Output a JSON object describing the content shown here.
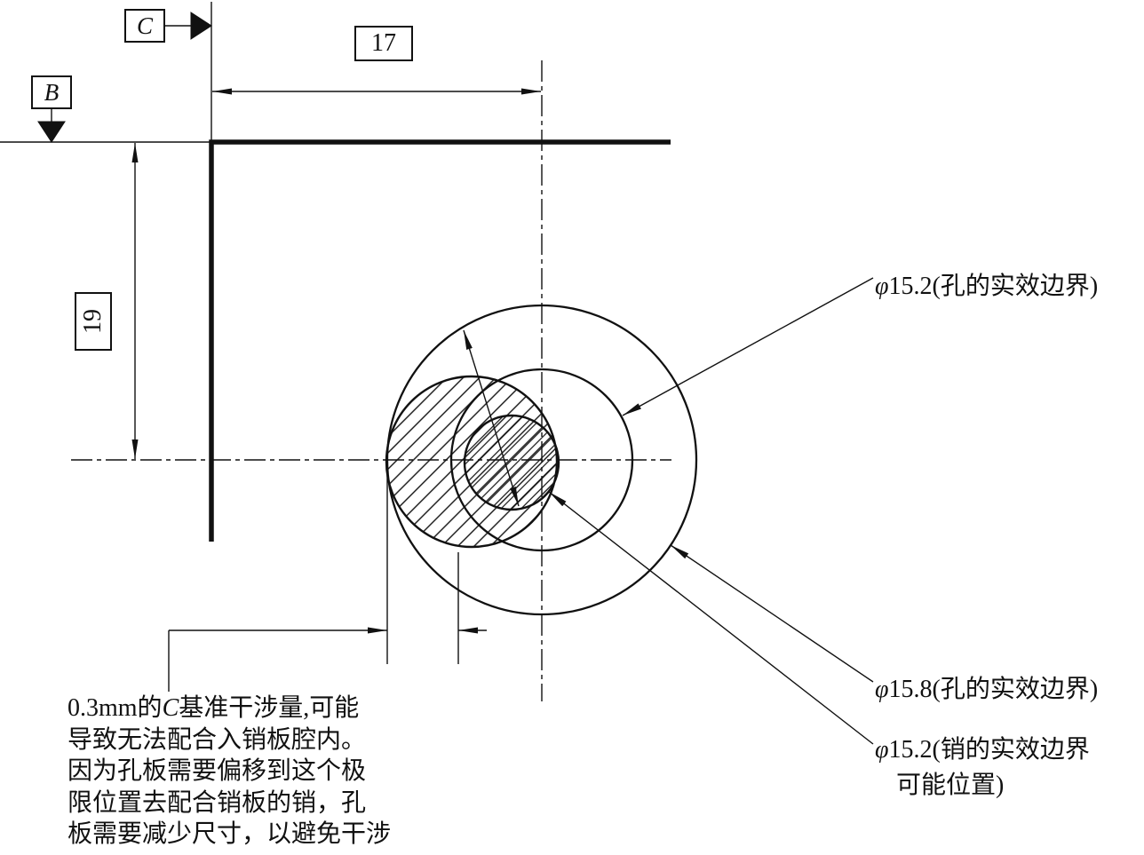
{
  "datums": {
    "b": "B",
    "c": "C"
  },
  "dimensions": {
    "horizontal": "17",
    "vertical": "19"
  },
  "callouts": [
    {
      "phi": "φ",
      "size": "15.2",
      "desc": "(孔的实效边界)"
    },
    {
      "phi": "φ",
      "size": "15.8",
      "desc": "(孔的实效边界)"
    },
    {
      "phi": "φ",
      "size": "15.2",
      "desc": "(销的实效边界",
      "desc2": "可能位置)"
    }
  ],
  "note": {
    "part1": "0.3mm的",
    "datum_ref": "C",
    "part2": "基准干涉量,可能",
    "lines": [
      "导致无法配合入销板腔内。",
      "因为孔板需要偏移到这个极",
      "限位置去配合销板的销，孔",
      "板需要减少尺寸，以避免干涉"
    ]
  },
  "colors": {
    "ink": "#111111",
    "paper": "#ffffff"
  }
}
